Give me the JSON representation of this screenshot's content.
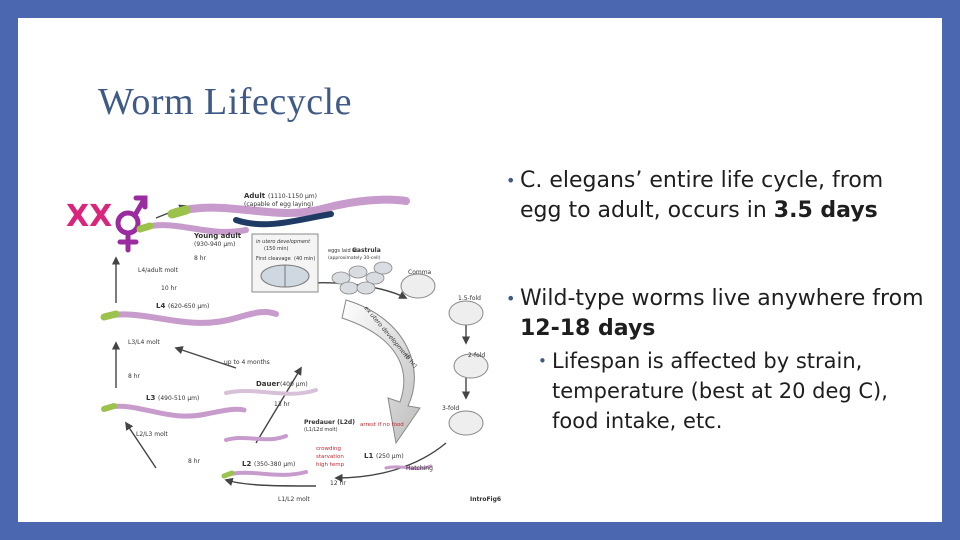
{
  "slide": {
    "title": "Worm Lifecycle",
    "bullets": [
      {
        "pre": "C. elegans’ entire life cycle, from egg to adult, occurs in ",
        "bold": "3.5 days",
        "post": ""
      },
      {
        "pre": "Wild-type worms live anywhere from ",
        "bold": "12-18 days",
        "post": ""
      }
    ],
    "sub_bullet": "Lifespan is affected by strain, temperature (best at 20 deg C), food intake, etc."
  },
  "diagram": {
    "xx_symbol": "XX",
    "figure_label": "IntroFig6",
    "colors": {
      "xx": "#d9267c",
      "gender": "#9b2ca0",
      "arrow": "#444444",
      "red_text": "#c0282e",
      "worm": "#c79bcc",
      "head": "#9bc24a"
    },
    "labels": {
      "adult": "Adult",
      "adult_size": "(1110-1150 µm)",
      "adult_note": "(capable of egg laying)",
      "young_adult": "Young adult",
      "young_adult_size": "(930-940 µm)",
      "l4_adult_molt": "L4/adult molt",
      "l4": "L4",
      "l4_size": "(620-650 µm)",
      "l3_l4_molt": "L3/L4 molt",
      "l3": "L3",
      "l3_size": "(490-510 µm)",
      "l2_l3_molt": "L2/L3 molt",
      "l2": "L2",
      "l2_size": "(350-380 µm)",
      "l1_l2_molt": "L1/L2 molt",
      "l1": "L1",
      "l1_size": "(250 µm)",
      "dauer": "Dauer",
      "dauer_size": "(400 µm)",
      "predauer": "Predauer (L2d)",
      "predauer_sub": "(L1/L2d molt)",
      "crowding": "crowding",
      "starvation": "starvation",
      "high_temp": "high temp",
      "arrest": "arrest if no food",
      "up_to": "up to 4 months",
      "hatching": "Hatching",
      "comma": "Comma",
      "fold_15": "1.5-fold",
      "fold_2": "2-fold",
      "fold_3": "3-fold",
      "gastrula": "Gastrula",
      "eggs_laid": "eggs laid at",
      "gastrula_note": "(approximately 30-cell)",
      "in_utero": "in utero development",
      "in_utero_time": "(150 min)",
      "first_cleavage": "First cleavage",
      "first_cleavage_time": "(40 min)",
      "ex_utero": "ex utero development",
      "ex_utero_time": "(9 hr)",
      "t_8hr_a": "8 hr",
      "t_10hr": "10 hr",
      "t_8hr_b": "8 hr",
      "t_13hr": "13 hr",
      "t_8hr_c": "8 hr",
      "t_12hr": "12 hr"
    }
  }
}
